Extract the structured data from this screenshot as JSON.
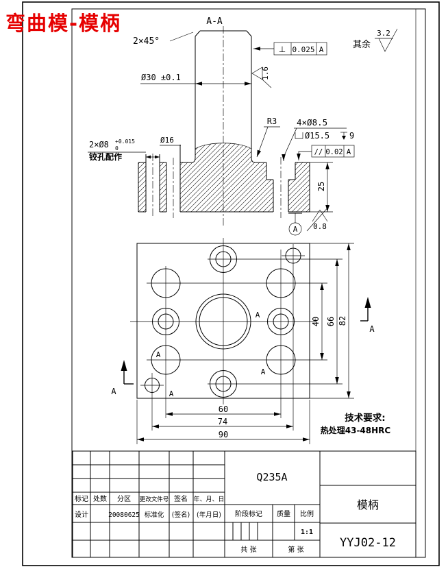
{
  "title": "弯曲模-模柄",
  "surface_default": {
    "prefix": "其余",
    "value": "3.2"
  },
  "section_view": {
    "label": "A-A",
    "chamfer": "2×45°",
    "shaft_dia": "Ø30 ±0.1",
    "perp_tol": {
      "sym": "⊥",
      "val": "0.025",
      "datum": "A"
    },
    "para_tol": {
      "sym": "//",
      "val": "0.02",
      "datum": "A"
    },
    "fillet": "R3",
    "cb_holes": "4×Ø8.5",
    "cb_dia": "Ø15.5",
    "cb_depth": "9",
    "dowel": {
      "label": "2×Ø8",
      "tol_sup": "+0.015",
      "tol_sub": "0",
      "note": "铰孔配作"
    },
    "bore16": "Ø16",
    "thickness": "25",
    "ra_side": "1.6",
    "ra_bottom": "0.8",
    "datum": "A"
  },
  "plan_view": {
    "section_label": "A",
    "dims": {
      "d40": "40",
      "d66": "66",
      "d82": "82",
      "d60": "60",
      "d74": "74",
      "d90": "90"
    }
  },
  "tech_req": {
    "heading": "技术要求:",
    "line1": "热处理43-48HRC"
  },
  "title_block": {
    "material": "Q235A",
    "part_name": "模柄",
    "drawing_no": "YYJ02-12",
    "headers": [
      "标记",
      "处数",
      "分区",
      "更改文件号",
      "签名",
      "年、月、日"
    ],
    "design_row": {
      "design": "设计",
      "date": "20080625",
      "standard": "标准化",
      "sign": "(签名)",
      "date2": "(年月日)"
    },
    "stage_mark": "阶段标记",
    "mass": "质量",
    "scale": "比例",
    "scale_value": "1:1",
    "sheets_total": "共  张",
    "sheet_no": "第  张"
  }
}
